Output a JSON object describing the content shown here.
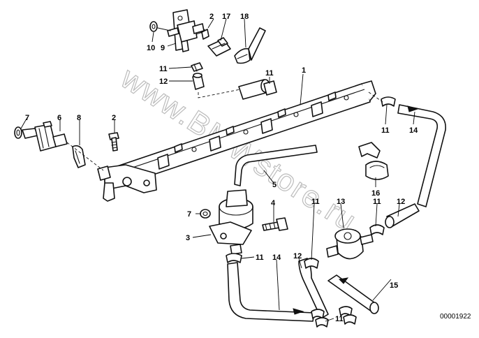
{
  "watermark": "www.BMWstore.ru",
  "reference_number": "00001922",
  "callouts": [
    "1",
    "2",
    "2",
    "3",
    "4",
    "5",
    "6",
    "7",
    "7",
    "8",
    "9",
    "10",
    "11",
    "11",
    "11",
    "11",
    "11",
    "11",
    "11",
    "12",
    "12",
    "12",
    "13",
    "14",
    "14",
    "15",
    "16",
    "17",
    "18"
  ]
}
